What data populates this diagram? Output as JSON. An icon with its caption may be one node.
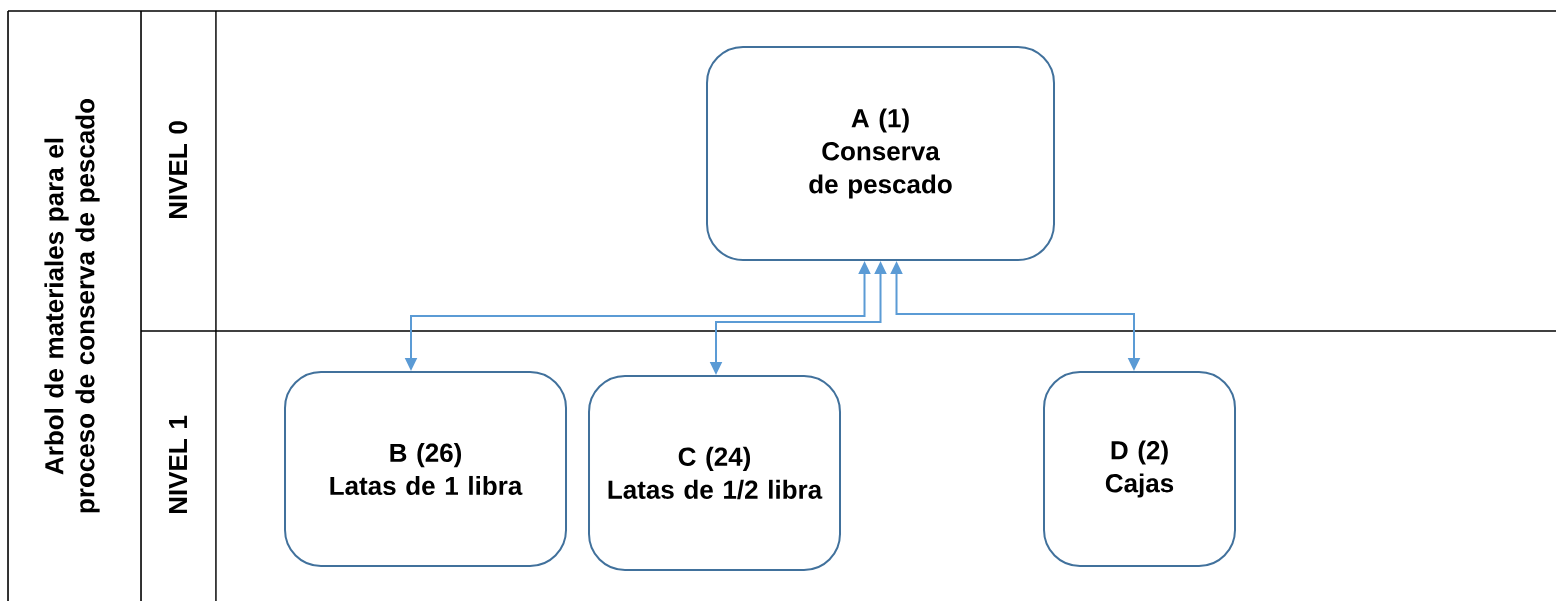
{
  "diagram": {
    "nodes": [
      {
        "text": [
          "A (1)",
          "Conserva de pescado"
        ]
      },
      {
        "text": [
          "B (26)",
          "Latas de 1 libra"
        ]
      },
      {
        "text": [
          "C (24)",
          "Latas de 1/2 libra"
        ]
      },
      {
        "text": [
          "D (2)",
          "Cajas"
        ]
      }
    ],
    "edges": [
      {
        "from": 0,
        "to": 1,
        "arrow": "both"
      },
      {
        "from": 0,
        "to": 2,
        "arrow": "both"
      },
      {
        "from": 0,
        "to": 3,
        "arrow": "both"
      }
    ],
    "labels": [
      "Arbol de materiales para el proceso de conserva de pescado",
      "NIVEL 0",
      "NIVEL 1"
    ]
  }
}
